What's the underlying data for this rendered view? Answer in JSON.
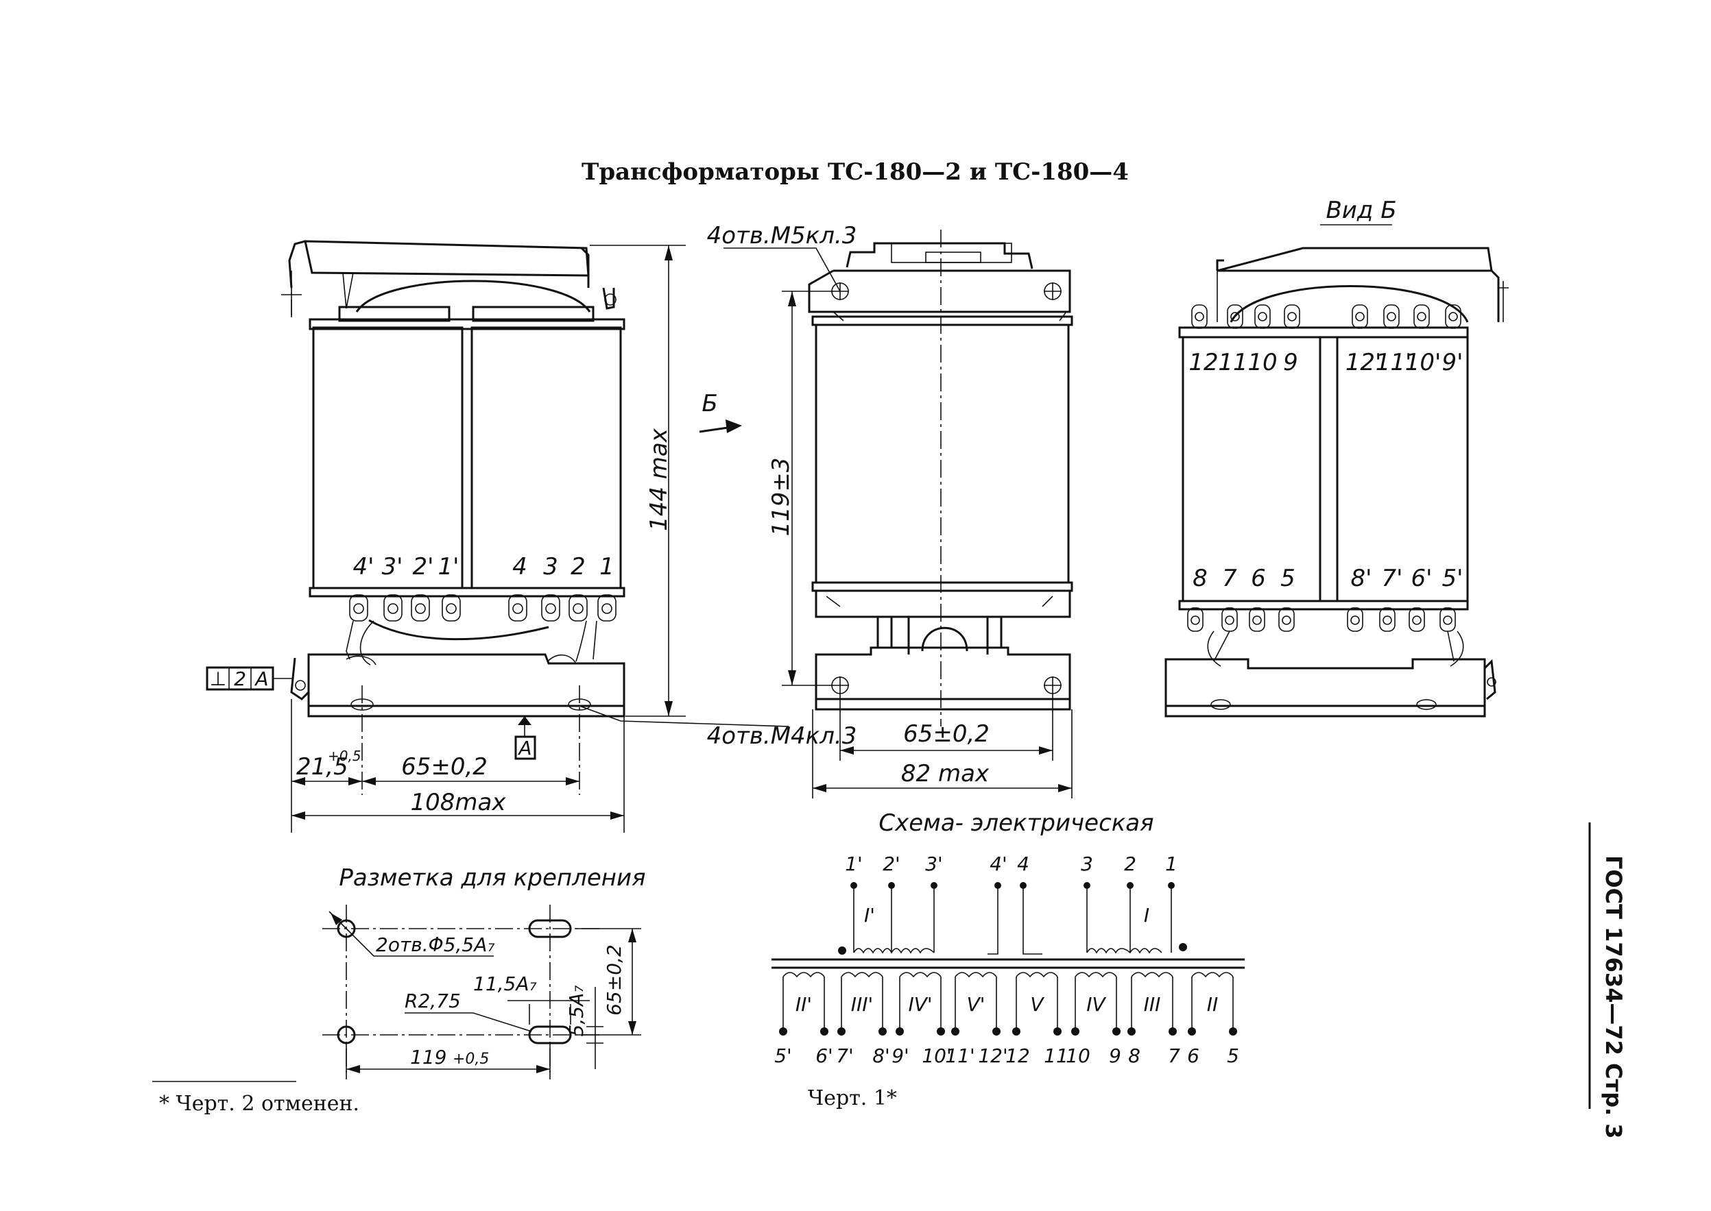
{
  "document": {
    "title": "Трансформаторы ТС-180—2 и ТС-180—4",
    "side_label": "ГОСТ 17634—72 Стр. 3",
    "footnote": "* Черт. 2 отменен.",
    "figure_label": "Черт. 1*"
  },
  "front_view": {
    "dim_height": "144 max",
    "dim_left": "21,5",
    "dim_left_tol": "+0,5",
    "dim_pitch": "65±0,2",
    "dim_width": "108max",
    "holes_note": "4отв.М4кл.3",
    "datum": "A",
    "tolerance_frame": [
      "⊥",
      "2",
      "A"
    ],
    "terminals_left": [
      "4'",
      "3'",
      "2'",
      "1'"
    ],
    "terminals_right": [
      "4",
      "3",
      "2",
      "1"
    ]
  },
  "view_arrow": {
    "label": "Б"
  },
  "side_view": {
    "holes_note": "4отв.М5кл.3",
    "dim_height": "119±3",
    "dim_pitch": "65±0,2",
    "dim_width": "82 max"
  },
  "view_b": {
    "title": "Вид Б",
    "top_left": [
      "12",
      "11",
      "10",
      "9"
    ],
    "top_right": [
      "12'",
      "11'",
      "10'",
      "9'"
    ],
    "bottom_left": [
      "8",
      "7",
      "6",
      "5"
    ],
    "bottom_right": [
      "8'",
      "7'",
      "6'",
      "5'"
    ]
  },
  "marking": {
    "title": "Разметка для крепления",
    "holes": "2отв.Φ5,5A₇",
    "slot_width": "11,5A₇",
    "radius": "R2,75",
    "slot_height": "5,5A₇",
    "pitch_v": "65±0,2",
    "pitch_h": "119",
    "pitch_h_tol": "+0,5"
  },
  "scheme": {
    "title": "Схема- электрическая",
    "top_terminals": [
      "1'",
      "2'",
      "3'",
      "4'",
      "4",
      "3",
      "2",
      "1"
    ],
    "primary_labels": [
      "I'",
      "I"
    ],
    "secondary_labels": [
      "II'",
      "III'",
      "IV'",
      "V'",
      "V",
      "IV",
      "III",
      "II"
    ],
    "bottom_terminals": [
      "5'",
      "6'",
      "7'",
      "8'",
      "9'",
      "10'",
      "11'",
      "12'",
      "12",
      "11",
      "10",
      "9",
      "8",
      "7",
      "6",
      "5"
    ]
  }
}
